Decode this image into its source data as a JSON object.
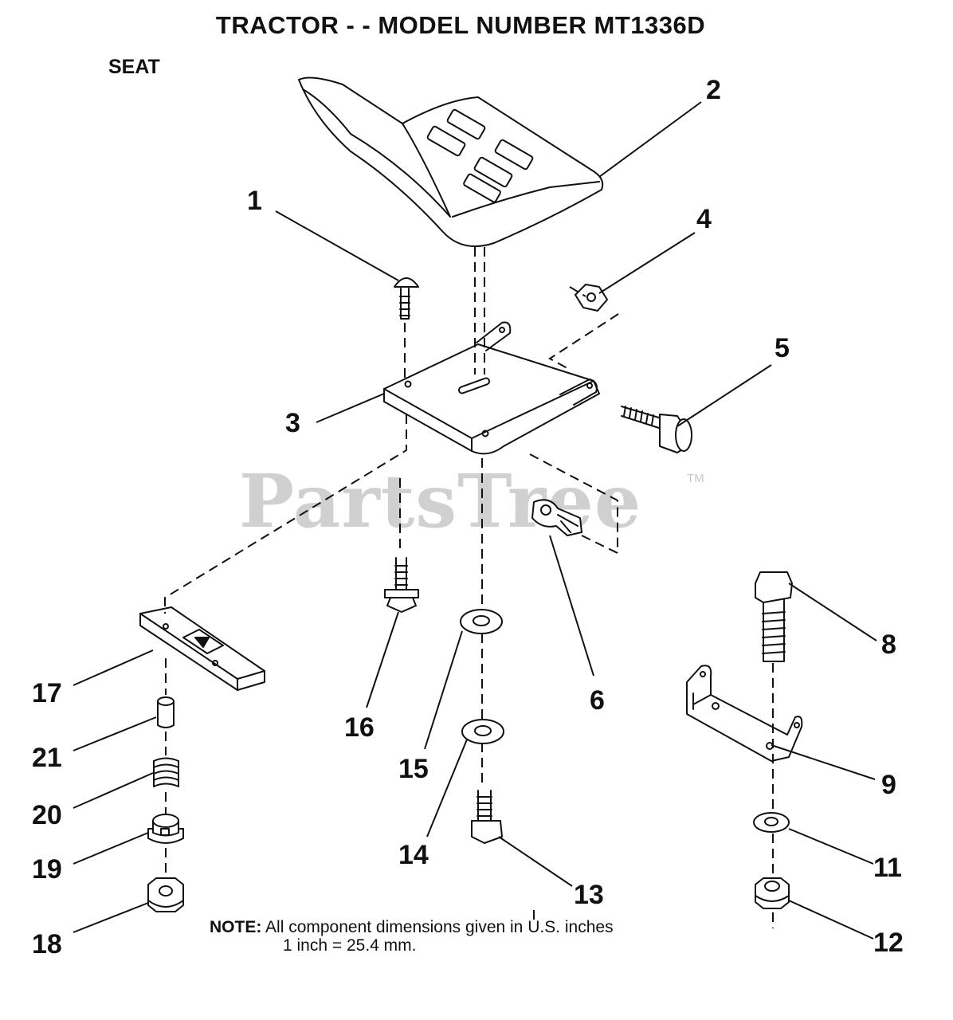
{
  "header": {
    "title": "TRACTOR - - MODEL NUMBER MT1336D",
    "section": "SEAT"
  },
  "watermark": {
    "text": "PartsTree",
    "tm": "TM"
  },
  "callouts": [
    "1",
    "2",
    "3",
    "4",
    "5",
    "6",
    "8",
    "9",
    "11",
    "12",
    "13",
    "14",
    "15",
    "16",
    "17",
    "18",
    "19",
    "20",
    "21"
  ],
  "note": {
    "label": "NOTE:",
    "line1": "All component dimensions given in U.S. inches",
    "line2": "1 inch = 25.4 mm."
  }
}
